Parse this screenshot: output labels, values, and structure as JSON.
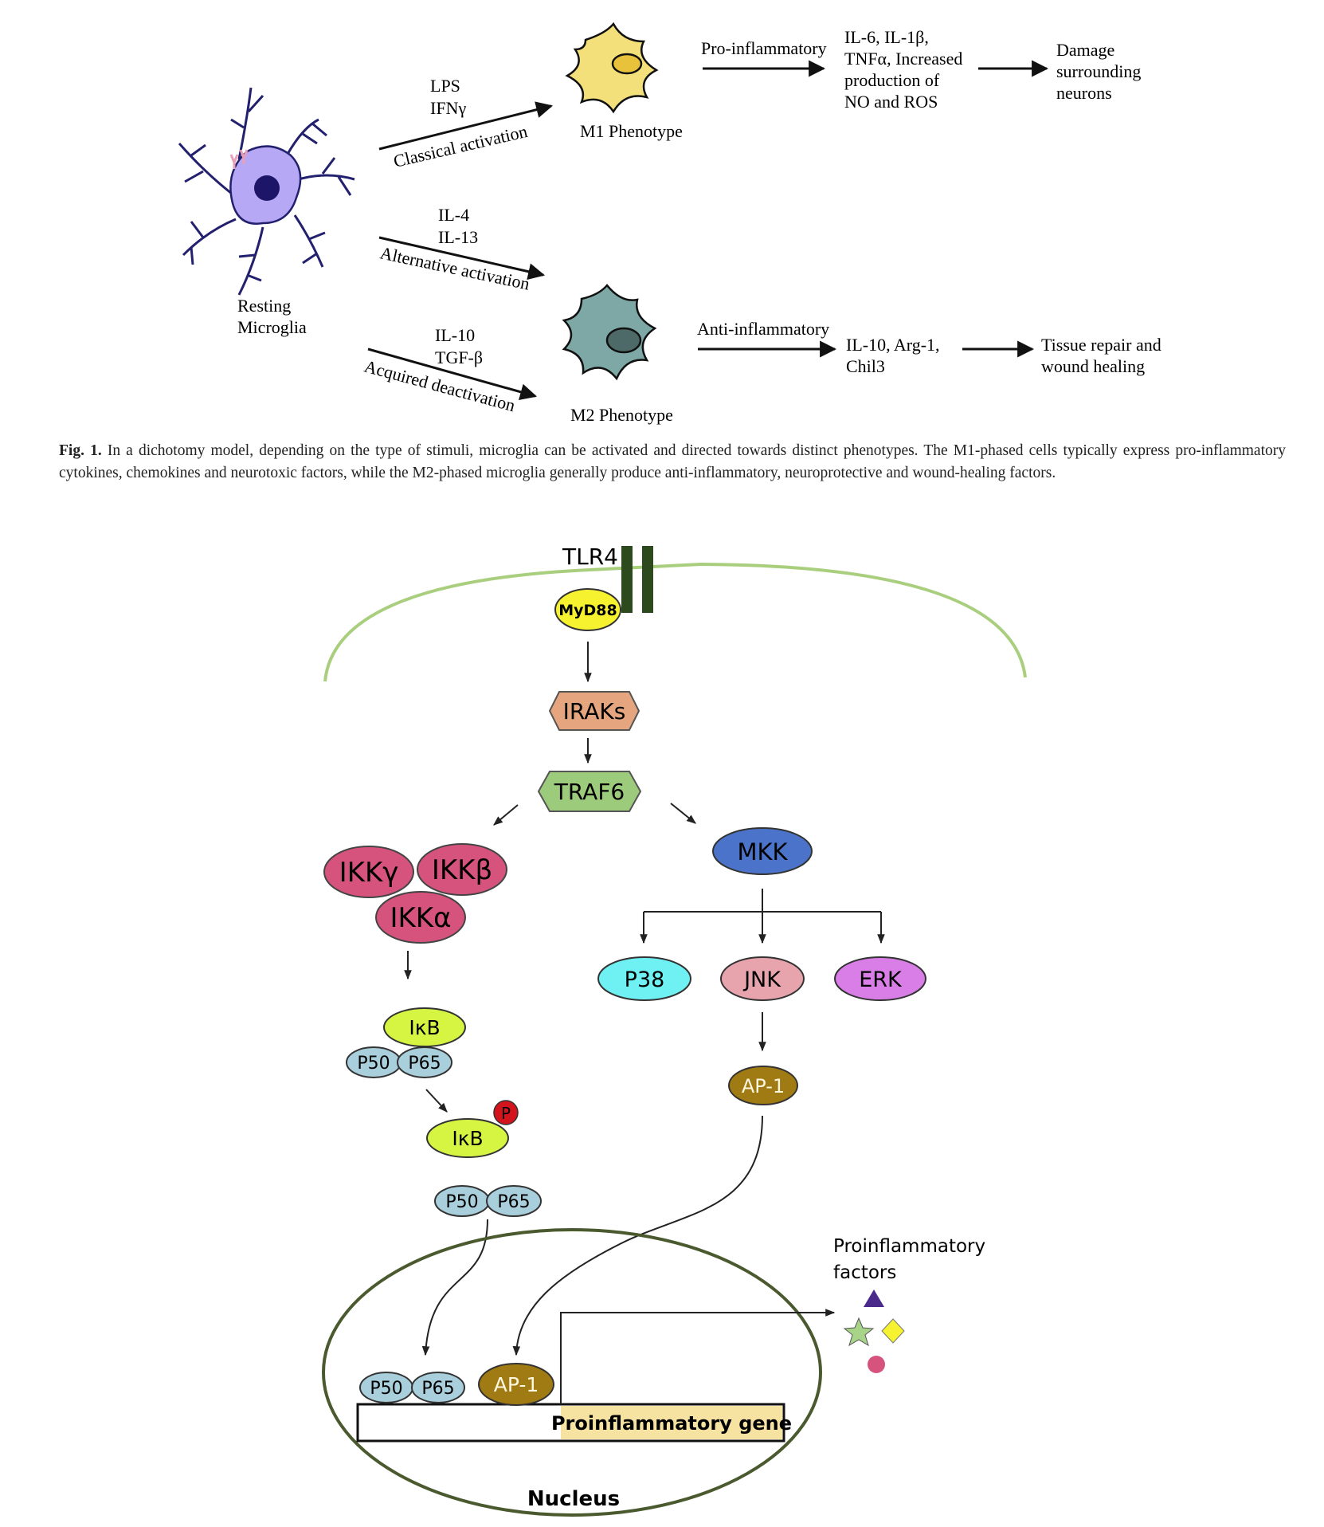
{
  "fig1": {
    "resting_line1": "Resting",
    "resting_line2": "Microglia",
    "classical_stim1": "LPS",
    "classical_stim2": "IFNγ",
    "classical_label": "Classical activation",
    "alt_stim1": "IL-4",
    "alt_stim2": "IL-13",
    "alt_label": "Alternative activation",
    "acq_stim1": "IL-10",
    "acq_stim2": "TGF-β",
    "acq_label": "Acquired deactivation",
    "m1_label": "M1 Phenotype",
    "m2_label": "M2 Phenotype",
    "pro_label": "Pro-inflammatory",
    "m1_out1": "IL-6, IL-1β,",
    "m1_out2": "TNFα, Increased",
    "m1_out3": "production of",
    "m1_out4": "NO and ROS",
    "damage1": "Damage",
    "damage2": "surrounding",
    "damage3": "neurons",
    "anti_label": "Anti-inflammatory",
    "m2_out1": "IL-10, Arg-1,",
    "m2_out2": "Chil3",
    "repair1": "Tissue repair and",
    "repair2": "wound healing",
    "caption_label": "Fig. 1.",
    "caption_text": "In a dichotomy model, depending on the type of stimuli, microglia can be activated and directed towards distinct phenotypes. The M1-phased cells typically express pro-inflammatory cytokines, chemokines and neurotoxic factors, while the M2-phased microglia generally produce anti-inflammatory, neuroprotective and wound-healing factors."
  },
  "fig2": {
    "tlr4": "TLR4",
    "myd88": "MyD88",
    "iraks": "IRAKs",
    "traf6": "TRAF6",
    "ikkg": "IKKγ",
    "ikkb": "IKKβ",
    "ikka": "IKKα",
    "mkk": "MKK",
    "p38": "P38",
    "jnk": "JNK",
    "erk": "ERK",
    "ikb": "IκB",
    "p50": "P50",
    "p65": "P65",
    "phos": "P",
    "ap1": "AP-1",
    "gene": "Proinflammatory gene",
    "nucleus": "Nucleus",
    "factors1": "Proinflammatory",
    "factors2": "factors"
  },
  "colors": {
    "membrane": "#a9cf7e",
    "myd88": "#f7f230",
    "iraks": "#e5a57e",
    "traf6": "#9ccb7c",
    "ikk": "#d6537e",
    "mkk": "#4a73c9",
    "p38": "#6ff0f2",
    "jnk": "#e8a4ad",
    "erk": "#d87ee6",
    "ikb": "#d6f542",
    "p50p65": "#a9cfdc",
    "phos": "#d4141c",
    "ap1": "#a07a12",
    "gene": "#f6e3a1",
    "nucleus_border": "#4a5a2e",
    "tlr4": "#2c4a1e",
    "m1_cell": "#f4e07a",
    "m2_cell": "#7ea8a6",
    "resting_cell": "#b7a8f5"
  }
}
